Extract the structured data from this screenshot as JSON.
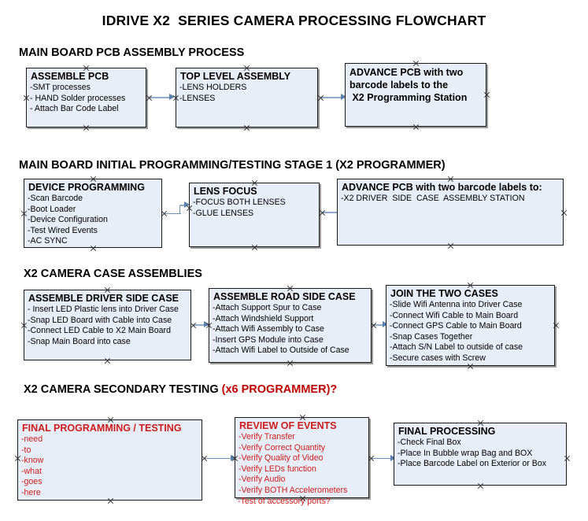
{
  "document": {
    "title": "IDRIVE X2  SERIES CAMERA PROCESSING FLOWCHART"
  },
  "colors": {
    "box_fill": "#e8eef8",
    "box_border": "#1a1a1a",
    "connector": "#8faccd",
    "red_text": "#d01c1c",
    "red_heading": "#c00000",
    "black_text": "#000000",
    "background": "#ffffff"
  },
  "sections": [
    {
      "id": "main-board-pcb-assembly",
      "heading": "MAIN BOARD PCB ASSEMBLY PROCESS",
      "heading_suffix": "",
      "nodes": [
        {
          "id": "assemble-pcb",
          "title": "ASSEMBLE PCB",
          "lines": [
            "-SMT processes",
            "- HAND Solder processes",
            "- Attach Bar Code Label"
          ]
        },
        {
          "id": "top-level-assembly",
          "title": "TOP LEVEL ASSEMBLY",
          "lines": [
            "-LENS HOLDERS",
            "-LENSES"
          ]
        },
        {
          "id": "advance-pcb-to-x2-programming-station",
          "title": "ADVANCE PCB with two\nbarcode labels to the\n X2 Programming Station",
          "lines": []
        }
      ]
    },
    {
      "id": "main-board-initial-programming",
      "heading": "MAIN BOARD INITIAL PROGRAMMING/TESTING STAGE 1 (X2 PROGRAMMER)",
      "heading_suffix": "",
      "nodes": [
        {
          "id": "device-programming",
          "title": "DEVICE PROGRAMMING",
          "lines": [
            "-Scan Barcode",
            "-Boot Loader",
            "-Device Configuration",
            "-Test Wired Events",
            "-AC SYNC"
          ]
        },
        {
          "id": "lens-focus",
          "title": "LENS FOCUS",
          "lines": [
            "-FOCUS BOTH LENSES",
            "-GLUE LENSES"
          ]
        },
        {
          "id": "advance-pcb-to-driver-side-case-station",
          "title": "ADVANCE PCB with two barcode labels to:",
          "lines": [
            "-X2 DRIVER  SIDE  CASE  ASSEMBLY STATION"
          ]
        }
      ]
    },
    {
      "id": "x2-camera-case-assemblies",
      "heading": "X2 CAMERA CASE ASSEMBLIES",
      "heading_suffix": "",
      "nodes": [
        {
          "id": "assemble-driver-side-case",
          "title": "ASSEMBLE DRIVER SIDE CASE",
          "lines": [
            "- Insert LED Plastic lens into Driver Case",
            "-Snap LED Board with Cable into Case",
            "-Connect LED Cable to X2 Main Board",
            "-Snap Main Board into case"
          ]
        },
        {
          "id": "assemble-road-side-case",
          "title": "ASSEMBLE ROAD SIDE CASE",
          "lines": [
            "-Attach Support Spur to Case",
            "-Attach Windshield Support",
            "-Attach Wifi Assembly to Case",
            "-Insert GPS Module into Case",
            "-Attach Wifi Label to Outside of Case"
          ]
        },
        {
          "id": "join-the-two-cases",
          "title": "JOIN THE TWO CASES",
          "lines": [
            "-Slide Wifi Antenna into Driver Case",
            "-Connect Wifi Cable to Main Board",
            "-Connect GPS Cable to Main Board",
            "-Snap Cases Together",
            "-Attach S/N Label to outside of case",
            "-Secure cases with Screw"
          ]
        }
      ]
    },
    {
      "id": "x2-camera-secondary-testing",
      "heading": "X2 CAMERA SECONDARY TESTING ",
      "heading_suffix": "(x6 PROGRAMMER)?",
      "nodes": [
        {
          "id": "final-programming-testing",
          "title": "FINAL PROGRAMMING / TESTING",
          "lines": [
            "-need",
            "-to",
            "-know",
            "-what",
            "-goes",
            "-here"
          ]
        },
        {
          "id": "review-of-events",
          "title": "REVIEW OF EVENTS",
          "lines": [
            "-Verify Transfer",
            "-Verify Correct Quantity",
            "-Verify Quality of Video",
            "-Verify LEDs function",
            "-Verify Audio",
            "-Verify BOTH Accelerometers"
          ],
          "overflow_line": "-Test of accessory ports?"
        },
        {
          "id": "final-processing",
          "title": "FINAL PROCESSING",
          "lines": [
            "-Check Final Box",
            "-Place In Bubble wrap Bag and BOX",
            "-Place Barcode Label on Exterior or Box"
          ]
        }
      ]
    }
  ]
}
